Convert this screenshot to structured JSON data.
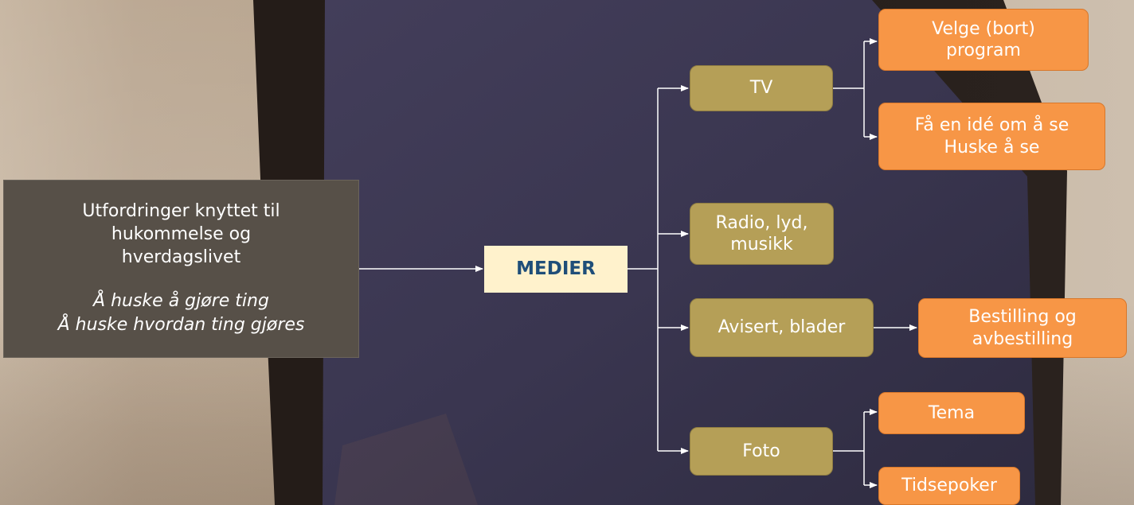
{
  "challenge": {
    "heading": "Utfordringer knyttet til\nhukommelse og\nhverdagslivet",
    "examples": "Å huske å gjøre ting\nÅ huske hvordan ting gjøres"
  },
  "center": {
    "label": "MEDIER"
  },
  "categories": [
    {
      "label": "TV"
    },
    {
      "label": "Radio, lyd,\nmusikk"
    },
    {
      "label": "Avisert, blader"
    },
    {
      "label": "Foto"
    }
  ],
  "leaves": {
    "tv_select": "Velge (bort)\nprogram",
    "tv_idea": "Få en idé om å se\nHuske å se",
    "news_order": "Bestilling og\navbestilling",
    "photo_theme": "Tema",
    "photo_epochs": "Tidsepoker"
  },
  "colors": {
    "challenge_box": "#575048",
    "center_box": "#fff2cc",
    "center_text": "#1f4e79",
    "category_box": "#b59f57",
    "leaf_box": "#f79646",
    "connector": "#ffffff"
  }
}
